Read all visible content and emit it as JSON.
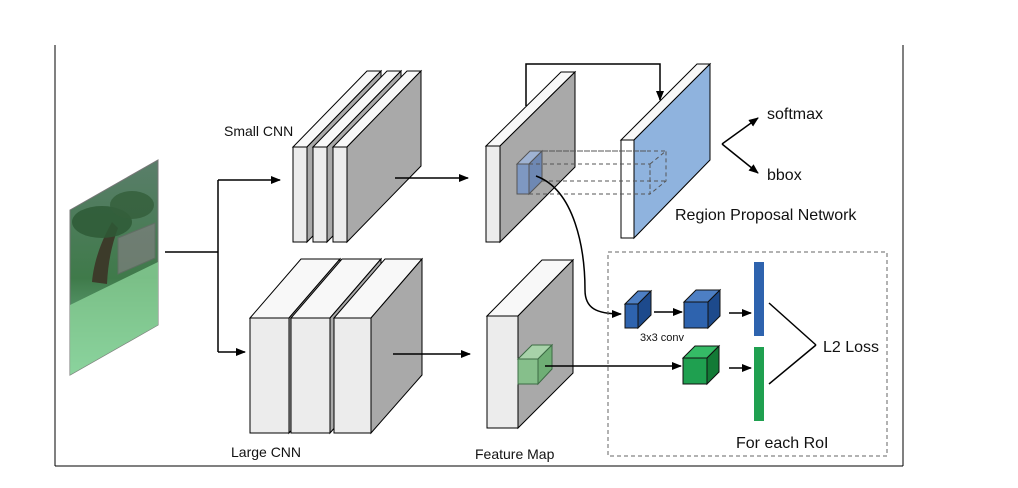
{
  "labels": {
    "small_cnn": "Small CNN",
    "large_cnn": "Large CNN",
    "feature_map": "Feature Map",
    "softmax": "softmax",
    "bbox": "bbox",
    "rpn": "Region Proposal Network",
    "conv": "3x3 conv",
    "l2_loss": "L2 Loss",
    "each_roi": "For each RoI"
  },
  "colors": {
    "layer_front": "#ececec",
    "layer_top": "#f8f8f8",
    "layer_side": "#a9a9a9",
    "rpn_plane": "#8fb3de",
    "blue_cube": "#2e63ae",
    "green_cube": "#1fa050",
    "stroke": "#000000"
  },
  "icons": {
    "input_image": "tree-photo-icon"
  }
}
